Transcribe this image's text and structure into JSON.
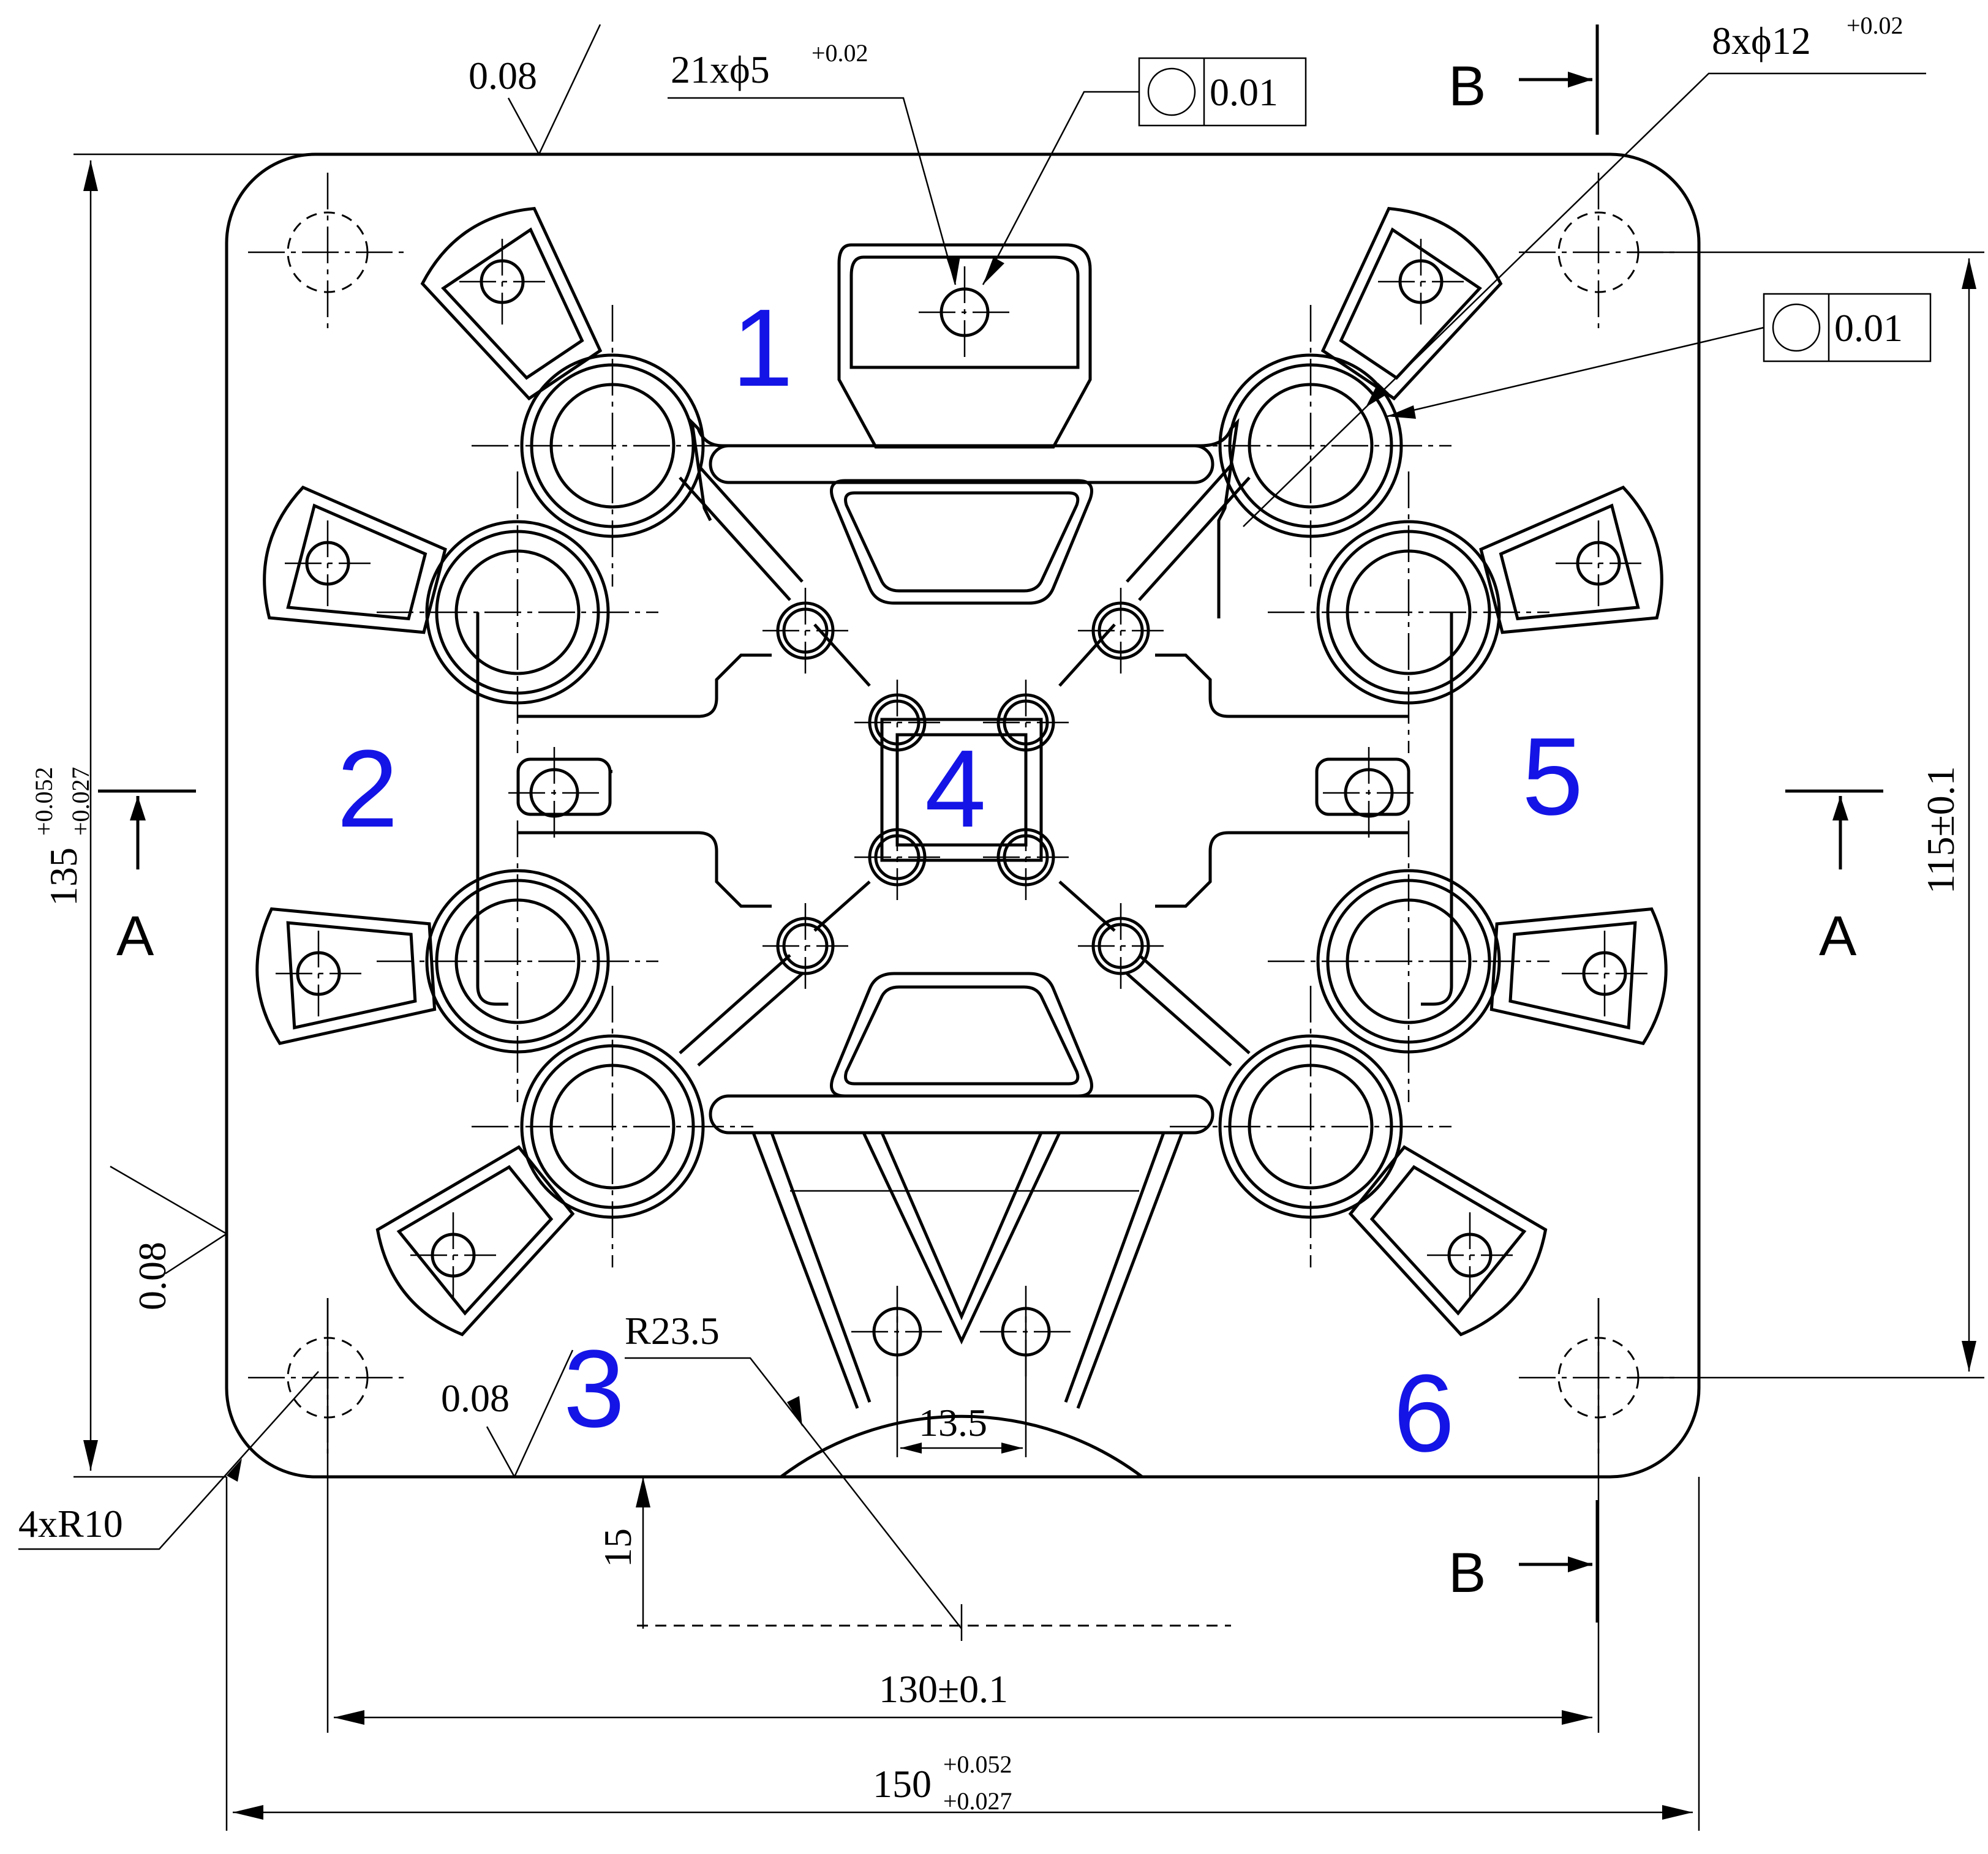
{
  "colors": {
    "line": "#000000",
    "zone_label": "#1414e6"
  },
  "zones": [
    "1",
    "2",
    "3",
    "4",
    "5",
    "6"
  ],
  "section_labels": {
    "a": "A",
    "b": "B"
  },
  "dimensions": {
    "width_base": "150",
    "width_tol_upper": "+0.052",
    "width_tol_lower": "+0.027",
    "height_base": "135",
    "height_tol_upper": "+0.052",
    "height_tol_lower": "+0.027",
    "hole_spacing_x": "130±0.1",
    "hole_spacing_y": "115±0.1",
    "corner_radius": "4xR10",
    "arc_radius": "R23.5",
    "offset_15": "15",
    "spacing_13_5": "13.5",
    "flatness_top": "0.08",
    "flatness_left": "0.08",
    "flatness_bottom": "0.08",
    "small_holes": "21xϕ5",
    "small_holes_tol": "+0.02",
    "large_holes": "8xϕ12",
    "large_holes_tol": "+0.02",
    "circularity_1": "0.01",
    "circularity_2": "0.01"
  }
}
